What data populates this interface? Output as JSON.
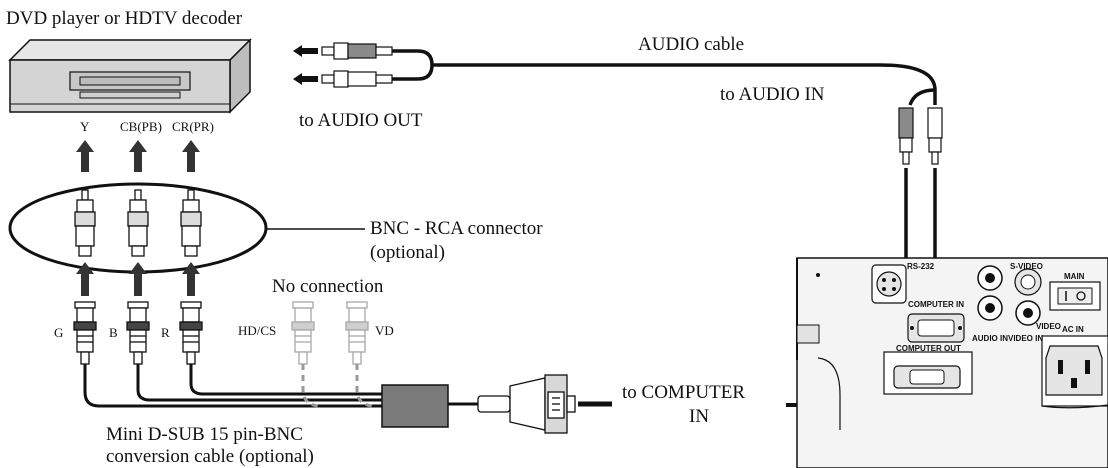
{
  "labels": {
    "source_device": "DVD player or HDTV decoder",
    "audio_cable": "AUDIO cable",
    "to_audio_in": "to  AUDIO IN",
    "to_audio_out": "to AUDIO OUT",
    "y": "Y",
    "cb_pb": "CB(PB)",
    "cr_pr": "CR(PR)",
    "bnc_rca_line1": "BNC - RCA connector",
    "bnc_rca_line2": "(optional)",
    "no_connection": "No connection",
    "g": "G",
    "b": "B",
    "r": "R",
    "hd_cs": "HD/CS",
    "vd": "VD",
    "to_computer_in_line1": "to COMPUTER",
    "to_computer_in_line2": "IN",
    "conversion_line1": "Mini D-SUB 15 pin-BNC",
    "conversion_line2": "conversion cable (optional)"
  },
  "panel": {
    "rs232": "RS-232",
    "s_video": "S-VIDEO",
    "main": "MAIN",
    "computer_in": "COMPUTER IN",
    "video": "VIDEO",
    "computer_out": "COMPUTER OUT",
    "audio_in": "AUDIO IN",
    "video_in": "VIDEO IN",
    "ac_in": "AC IN"
  },
  "colors": {
    "line": "#111111",
    "grey_connector": "#b5b5b5",
    "device_fill": "#d9d9d9",
    "box_fill": "#7a7a7a"
  }
}
